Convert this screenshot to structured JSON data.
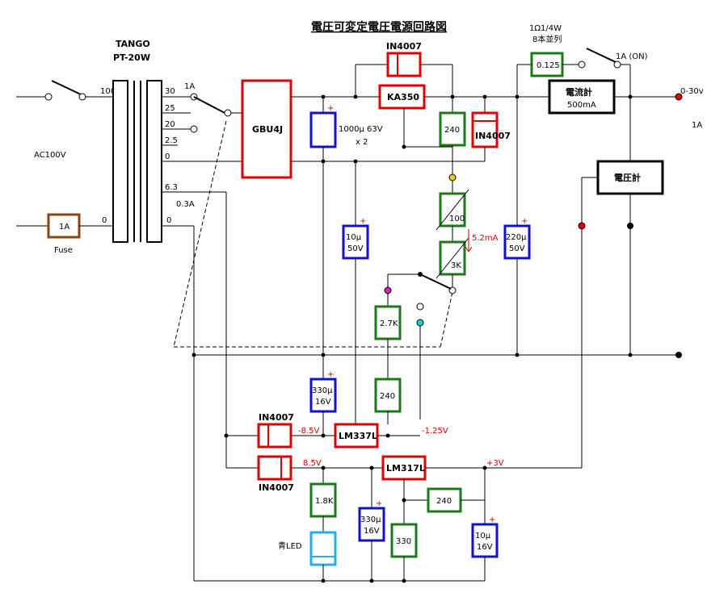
{
  "title": "電圧可変定電圧電源回路図",
  "transformer": {
    "brand": "TANGO",
    "model": "PT-20W"
  },
  "taps": [
    "100",
    "30",
    "25",
    "20",
    "2.5",
    "0",
    "6.3",
    "0.3A",
    "0",
    "0"
  ],
  "input": {
    "ac": "AC100V",
    "fuse_value": "1A",
    "fuse_label": "Fuse",
    "switch_rating": "1A"
  },
  "components": {
    "bridge": "GBU4J",
    "diode_top": "IN4007",
    "regulator_main": "KA350",
    "r240_a": "240",
    "diode_right": "IN4007",
    "cap_1000": "1000μ 63V",
    "cap_1000_count": "x 2",
    "cap_10_50_a": "10μ",
    "cap_10_50_a_v": "50V",
    "pot_100": "100",
    "pot_3k": "3K",
    "current_5_2": "5.2mA",
    "cap_220": "220μ",
    "cap_220_v": "50V",
    "shunt_spec": "1Ω1/4W",
    "shunt_spec2": "8本並列",
    "shunt_value": "0.125",
    "ammeter": "電流計",
    "ammeter_range": "500mA",
    "voltmeter": "電圧計",
    "out_switch": "1A (ON)",
    "out_voltage": "0-30v",
    "out_current": "1A",
    "r2_7k": "2.7K",
    "r240_b": "240",
    "cap_330_a": "330μ",
    "cap_330_a_v": "16V",
    "diode_neg": "IN4007",
    "neg_volt": "-8.5V",
    "lm337": "LM337L",
    "neg_out": "-1.25V",
    "diode_pos": "IN4007",
    "pos_volt": "8.5V",
    "lm317": "LM317L",
    "pos_out": "+3V",
    "r1_8k": "1.8K",
    "led": "青LED",
    "cap_330_b": "330μ",
    "cap_330_b_v": "16V",
    "r240_c": "240",
    "r330": "330",
    "cap_10_16": "10μ",
    "cap_10_16_v": "16V"
  },
  "colors": {
    "resistor": "#1a7a1a",
    "capacitor": "#1010d0",
    "semiconductor": "#e00000",
    "fuse": "#8b4513",
    "led": "#20b0e0",
    "text_red": "#d00000"
  }
}
